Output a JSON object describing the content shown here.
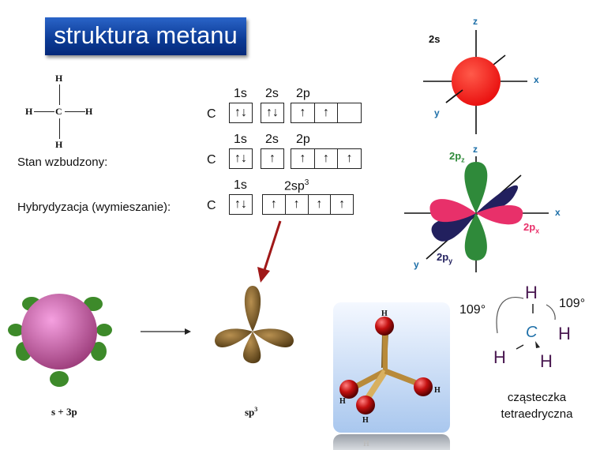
{
  "title": "struktura metanu",
  "structural_formula": {
    "center": "C",
    "atoms": [
      "H",
      "H",
      "H",
      "H"
    ]
  },
  "labels": {
    "excited": "Stan wzbudzony:",
    "hybridization": "Hybrydyzacja (wymieszanie):"
  },
  "configs": [
    {
      "element": "C",
      "groups": [
        {
          "label": "1s",
          "cells": [
            "↑↓"
          ]
        },
        {
          "label": "2s",
          "cells": [
            "↑↓"
          ]
        },
        {
          "label": "2p",
          "cells": [
            "↑",
            "↑",
            ""
          ]
        }
      ]
    },
    {
      "element": "C",
      "groups": [
        {
          "label": "1s",
          "cells": [
            "↑↓"
          ]
        },
        {
          "label": "2s",
          "cells": [
            "↑"
          ]
        },
        {
          "label": "2p",
          "cells": [
            "↑",
            "↑",
            "↑"
          ]
        }
      ]
    },
    {
      "element": "C",
      "groups": [
        {
          "label": "1s",
          "cells": [
            "↑↓"
          ]
        },
        {
          "label": "2sp",
          "sup": "3",
          "cells": [
            "↑",
            "↑",
            "↑",
            "↑"
          ]
        }
      ]
    }
  ],
  "orbital_s": {
    "label": "2s",
    "axes": {
      "x": "x",
      "y": "y",
      "z": "z"
    }
  },
  "orbital_p": {
    "labels": {
      "pz": "2p",
      "pz_sub": "z",
      "px": "2p",
      "px_sub": "x",
      "py": "2p",
      "py_sub": "y"
    },
    "axes": {
      "x": "x",
      "y": "y",
      "z": "z"
    }
  },
  "bottom": {
    "hybrid_label": "s + 3p",
    "sp3_label": "sp",
    "sp3_sup": "3",
    "model_atoms": [
      "H",
      "H",
      "H",
      "H"
    ],
    "reflection_atom": "H"
  },
  "tetra": {
    "angle1": "109°",
    "angle2": "109°",
    "center": "C",
    "h": [
      "H",
      "H",
      "H",
      "H"
    ],
    "caption1": "cząsteczka",
    "caption2": "tetraedryczna"
  },
  "colors": {
    "title_bg": "#0b3a94",
    "s_orbital": "#ff2020",
    "pz": "#2f8a3a",
    "px": "#e8306a",
    "py": "#22205e",
    "arrow": "#a01818",
    "tetra_h": "#4b1a52",
    "tetra_c": "#1d6fa8"
  }
}
